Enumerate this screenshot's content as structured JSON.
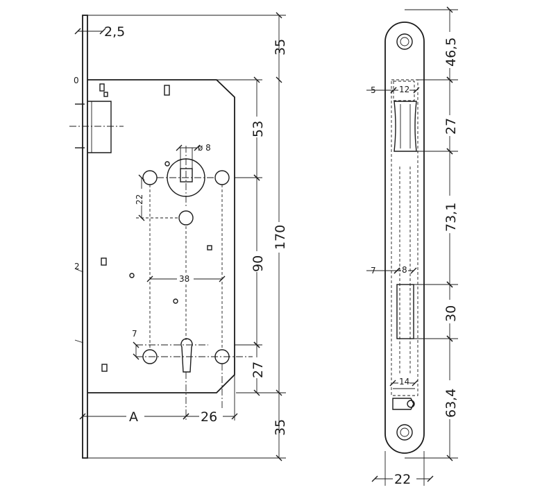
{
  "front_view": {
    "dimensions": {
      "faceplate_thickness": "2,5",
      "top_offset": "35",
      "latch_to_follower": "53",
      "total_height": "170",
      "follower_to_key": "90",
      "key_to_bottom": "27",
      "bottom_offset": "35",
      "backset": "A",
      "key_offset": "26",
      "follower_diameter": "ø 8",
      "hole_spacing_vertical": "22",
      "hole_spacing_horizontal": "38",
      "key_hole_offset": "7",
      "edge_marker_top": "0",
      "edge_marker_mid": "2"
    }
  },
  "side_view": {
    "dimensions": {
      "top_to_latch": "46,5",
      "latch_height": "27",
      "latch_to_bolt": "73,1",
      "bolt_height": "30",
      "bolt_to_bottom": "63,4",
      "faceplate_width": "22",
      "latch_offset": "5",
      "latch_width": "12",
      "bolt_offset": "7",
      "bolt_width": "8",
      "bottom_slot_width": "14"
    }
  }
}
